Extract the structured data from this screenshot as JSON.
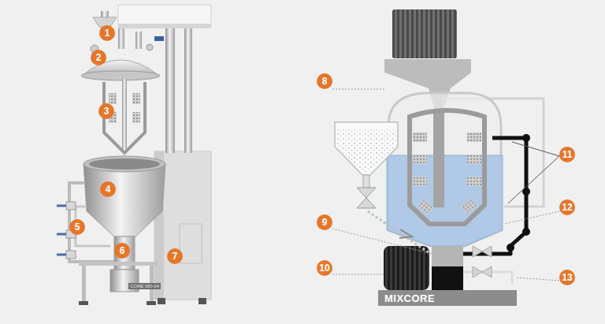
{
  "diagram": {
    "nodes": [
      {
        "text": [
          "1"
        ]
      },
      {
        "text": [
          "2"
        ]
      },
      {
        "text": [
          "3"
        ]
      },
      {
        "text": [
          "4"
        ]
      },
      {
        "text": [
          "5"
        ]
      },
      {
        "text": [
          "6"
        ]
      },
      {
        "text": [
          "7"
        ]
      },
      {
        "text": [
          "8"
        ]
      },
      {
        "text": [
          "9"
        ]
      },
      {
        "text": [
          "10"
        ]
      },
      {
        "text": [
          "11"
        ]
      },
      {
        "text": [
          "12"
        ]
      },
      {
        "text": [
          "13"
        ]
      },
      {
        "text": [
          "MIXCORE"
        ]
      }
    ],
    "labels": [
      "CORE MD-04"
    ]
  }
}
